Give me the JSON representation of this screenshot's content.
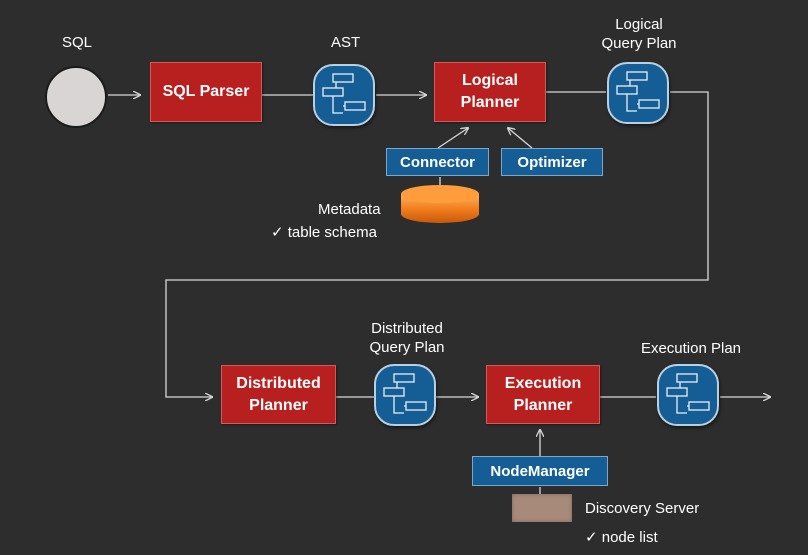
{
  "labels": {
    "sql": "SQL",
    "ast": "AST",
    "logical_query_plan": [
      "Logical",
      "Query Plan"
    ],
    "metadata": "Metadata",
    "table_schema": "✓ table schema",
    "distributed_query_plan": [
      "Distributed",
      "Query Plan"
    ],
    "execution_plan": "Execution Plan",
    "discovery_server": "Discovery Server",
    "node_list": "✓ node list"
  },
  "boxes": {
    "sql_parser": "SQL Parser",
    "logical_planner": [
      "Logical",
      "Planner"
    ],
    "connector": "Connector",
    "optimizer": "Optimizer",
    "distributed_planner": [
      "Distributed",
      "Planner"
    ],
    "execution_planner": [
      "Execution",
      "Planner"
    ],
    "node_manager": "NodeManager"
  },
  "icons": {
    "plan": "plan-tree-icon",
    "input": "sql-circle-icon",
    "database": "database-cylinder-icon",
    "server": "server-block-icon"
  },
  "colors": {
    "background": "#2d2d2d",
    "red_box": "#b81f1f",
    "blue_box": "#155e95",
    "connector_line": "#d8d8d8",
    "database": "#f07a1a"
  }
}
